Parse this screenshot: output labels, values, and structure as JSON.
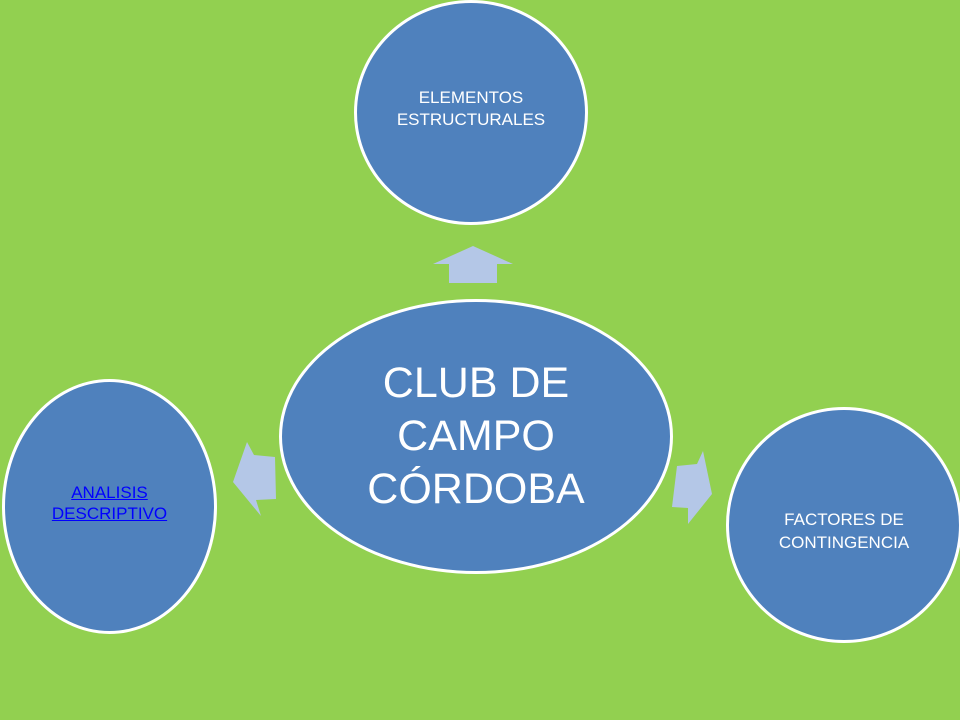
{
  "diagram": {
    "background_color": "#92d050",
    "node_color": "#4f81bd",
    "node_border_color": "#ffffff",
    "arrow_color": "#b4c7e7",
    "center": {
      "label": "CLUB DE\nCAMPO\nCÓRDOBA"
    },
    "nodes": {
      "top": {
        "label": "ELEMENTOS\nESTRUCTURALES"
      },
      "right": {
        "label": "FACTORES DE\nCONTINGENCIA"
      },
      "left": {
        "label": "ANALISIS\nDESCRIPTIVO",
        "is_link": true,
        "link_color": "#0000ff"
      }
    }
  }
}
